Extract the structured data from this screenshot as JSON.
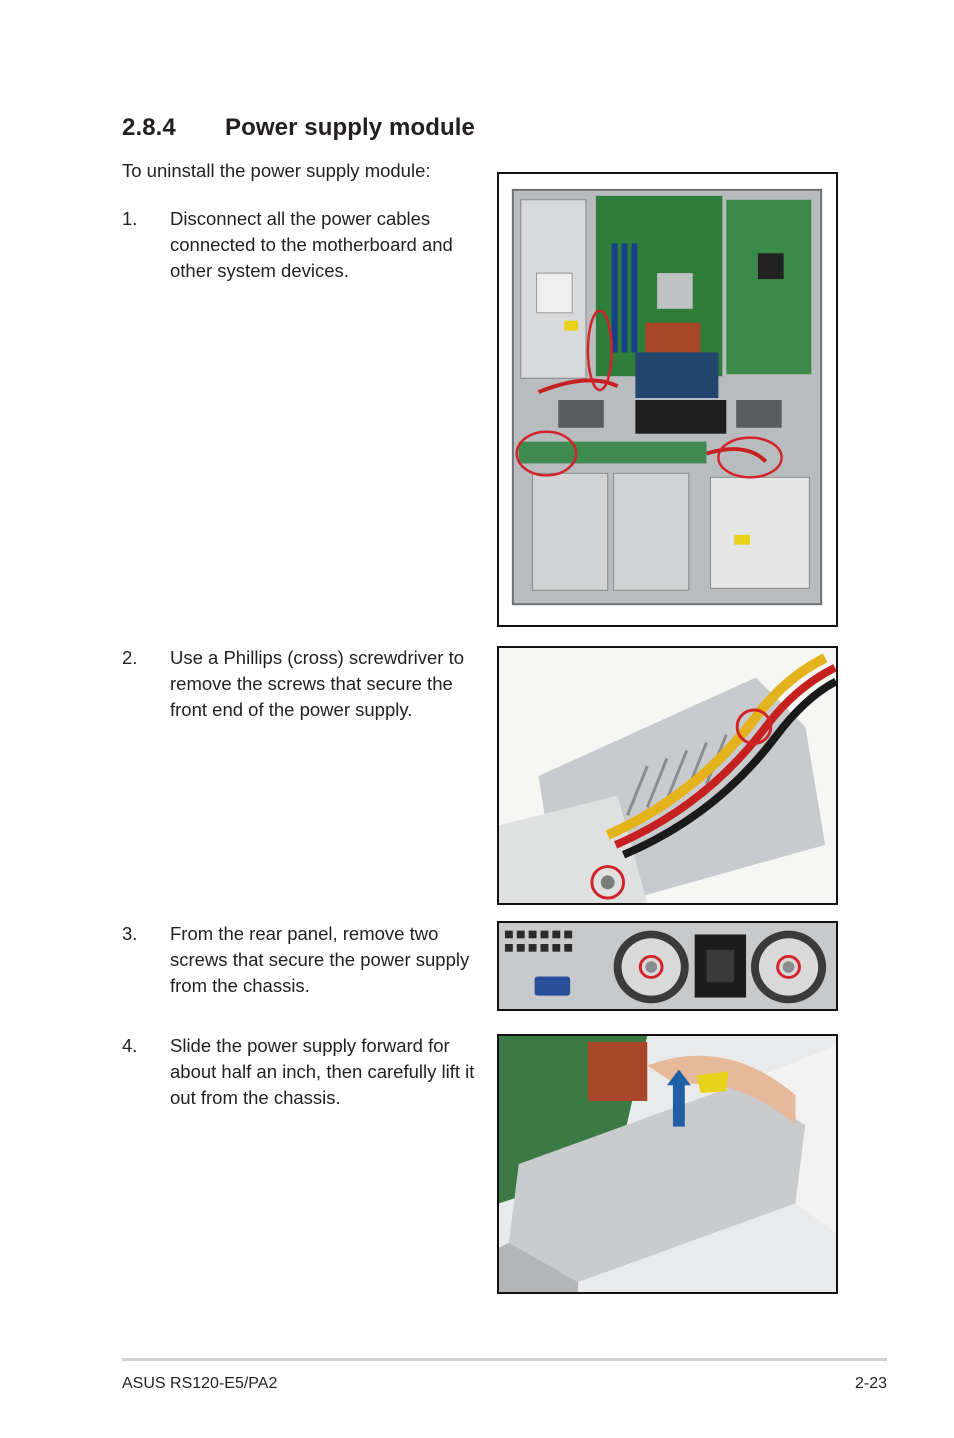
{
  "section": {
    "number": "2.8.4",
    "title": "Power supply module"
  },
  "intro": "To uninstall the power supply module:",
  "steps": [
    {
      "num": "1.",
      "text": "Disconnect all the power cables connected to the motherboard and other system devices."
    },
    {
      "num": "2.",
      "text": "Use a Phillips (cross) screwdriver to remove the screws that secure the front end of the power supply."
    },
    {
      "num": "3.",
      "text": "From the rear panel, remove two screws that secure the power supply from the chassis."
    },
    {
      "num": "4.",
      "text": "Slide the power supply forward for about half an inch, then carefully lift it out from the chassis."
    }
  ],
  "footer": {
    "left": "ASUS RS120-E5/PA2",
    "right": "2-23"
  },
  "colors": {
    "highlight_circle": "#d2232a",
    "arrow": "#1f5fa8",
    "board": "#2e7d3a"
  }
}
